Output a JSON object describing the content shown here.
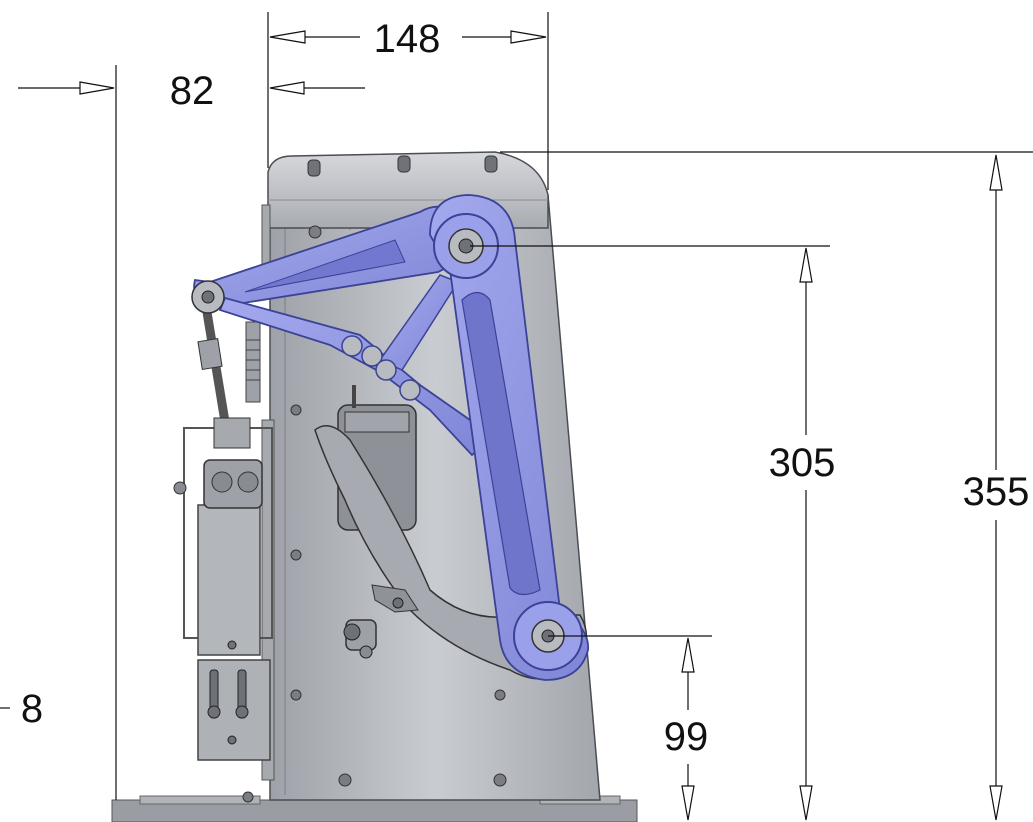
{
  "dimensions": {
    "top_width": "148",
    "offset_left": "82",
    "height_total": "355",
    "height_pivot": "305",
    "height_lower_pivot": "99",
    "base_offset": "8"
  },
  "colors": {
    "body_gray": "#b9bcc2",
    "body_dark": "#8a8d93",
    "arm_blue": "#8f95e0",
    "arm_blue_dark": "#5c63b8",
    "line": "#111111"
  }
}
